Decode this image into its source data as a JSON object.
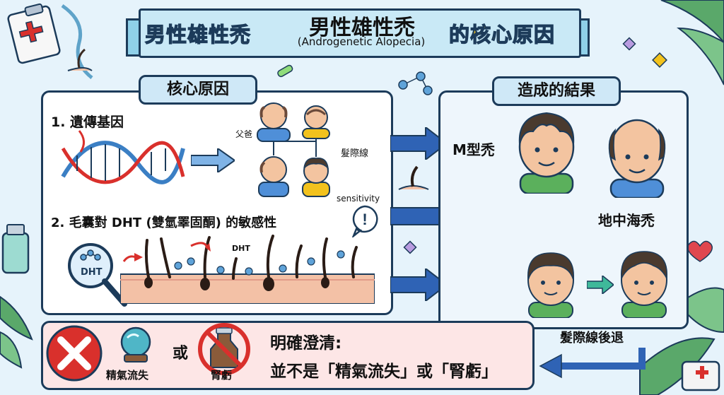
{
  "banner": {
    "left_title": "男性雄性禿",
    "center_title": "男性雄性禿",
    "center_subtitle": "(Androgenetic Alopecia)",
    "right_title": "的核心原因"
  },
  "core_causes": {
    "header": "核心原因",
    "cause1": {
      "label": "1. 遺傳基因",
      "father_label": "父爸",
      "hairline_label": "髮際線"
    },
    "cause2": {
      "label": "2. 毛囊對 DHT (雙氫睪固酮) 的敏感性",
      "sensitivity_label": "sensitivity",
      "dht_magnifier": "DHT",
      "dht_label": "DHT"
    }
  },
  "results": {
    "header": "造成的結果",
    "m_type": "M型禿",
    "mediterranean": "地中海禿",
    "receding": "髮際線後退"
  },
  "myth": {
    "item1": "精氣流失",
    "or": "或",
    "item2": "腎虧",
    "clarify_title": "明確澄清:",
    "clarify_text": "並不是「精氣流失」或「腎虧」"
  },
  "colors": {
    "navy": "#1c3b5a",
    "banner_fill": "#c9e9f6",
    "title_yellow": "#f2c21d",
    "arrow_blue": "#2f63b5",
    "myth_bg": "#fde6e6",
    "red_x": "#d9302c"
  },
  "icons": [
    "dna-icon",
    "magnifier-icon",
    "red-x-icon",
    "crystal-ball-icon",
    "potion-bottle-icon",
    "first-aid-icon",
    "heart-icon",
    "clipboard-icon"
  ]
}
